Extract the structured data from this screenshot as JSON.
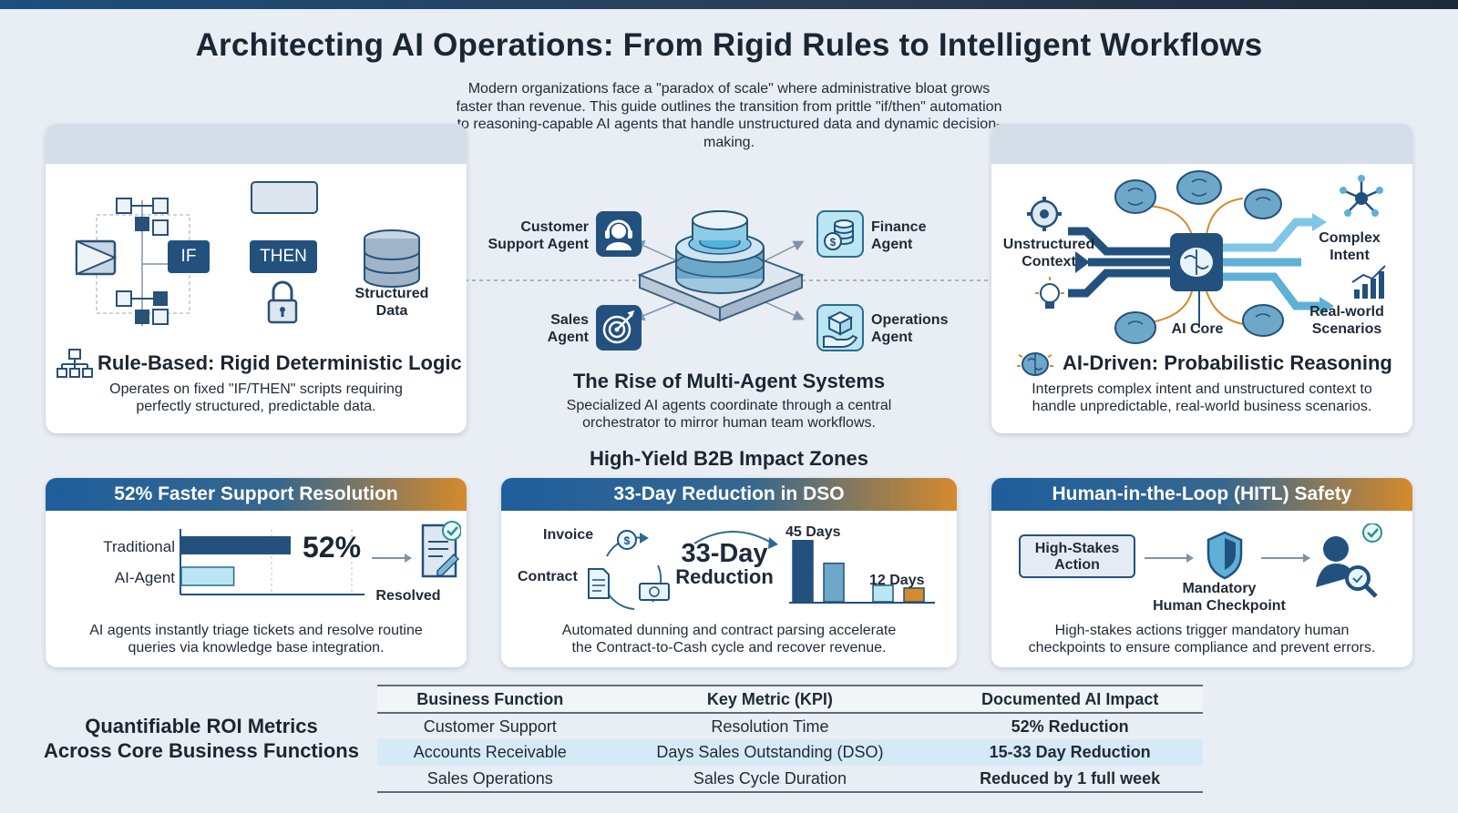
{
  "title": "Architecting AI Operations: From Rigid Rules to Intelligent Workflows",
  "intro": "Modern organizations face a \"paradox of scale\" where administrative bloat grows faster than revenue. This guide outlines the transition from prittle \"if/then\" automation to reasoning-capable AI agents that handle unstructured data and dynamic decision-making.",
  "rule_based": {
    "if_label": "IF",
    "then_label": "THEN",
    "structured_data": [
      "Structured",
      "Data"
    ],
    "heading": "Rule-Based: Rigid Deterministic Logic",
    "description": [
      "Operates on fixed \"IF/THEN\" scripts requiring",
      "perfectly structured, predictable data."
    ]
  },
  "multi_agent": {
    "customer_support": [
      "Customer",
      "Support Agent"
    ],
    "finance": [
      "Finance",
      "Agent"
    ],
    "sales": [
      "Sales",
      "Agent"
    ],
    "operations": [
      "Operations",
      "Agent"
    ],
    "heading": "The Rise of Multi-Agent Systems",
    "description": [
      "Specialized AI agents coordinate through a central",
      "orchestrator to mirror human team workflows."
    ]
  },
  "ai_driven": {
    "unstructured": [
      "Unstructured",
      "Context"
    ],
    "complex_intent": [
      "Complex",
      "Intent"
    ],
    "real_world": [
      "Real-world",
      "Scenarios"
    ],
    "ai_core": "AI Core",
    "heading": "AI-Driven: Probabilistic Reasoning",
    "description": [
      "Interprets complex intent and unstructured context to",
      "handle unpredictable, real-world business scenarios."
    ]
  },
  "impact_title": "High-Yield B2B Impact Zones",
  "support": {
    "header": "52% Faster Support Resolution",
    "traditional": "Traditional",
    "ai_agent": "AI-Agent",
    "pct": "52%",
    "resolved": "Resolved",
    "traditional_value": 100,
    "ai_value": 48,
    "description": [
      "AI agents instantly triage tickets and resolve routine",
      "queries via knowledge base integration."
    ]
  },
  "dso": {
    "header": "33-Day Reduction in DSO",
    "invoice": "Invoice",
    "contract": "Contract",
    "big_num": "33-Day",
    "big_word": "Reduction",
    "label_before": "45 Days",
    "label_after": "12 Days",
    "bar_values": [
      45,
      28,
      12,
      10
    ],
    "description": [
      "Automated dunning and contract parsing accelerate",
      "the Contract-to-Cash cycle and recover revenue."
    ]
  },
  "hitl": {
    "header": "Human-in-the-Loop (HITL) Safety",
    "action": [
      "High-Stakes",
      "Action"
    ],
    "checkpoint": [
      "Mandatory",
      "Human Checkpoint"
    ],
    "description": [
      "High-stakes actions trigger mandatory human",
      "checkpoints to ensure compliance and prevent errors."
    ]
  },
  "roi": {
    "title": [
      "Quantifiable ROI Metrics",
      "Across Core Business Functions"
    ],
    "headers": [
      "Business Function",
      "Key Metric (KPI)",
      "Documented AI Impact"
    ],
    "rows": [
      [
        "Customer Support",
        "Resolution Time",
        "52% Reduction"
      ],
      [
        "Accounts Receivable",
        "Days Sales Outstanding (DSO)",
        "15-33 Day Reduction"
      ],
      [
        "Sales Operations",
        "Sales Cycle Duration",
        "Reduced by 1 full week"
      ]
    ]
  },
  "colors": {
    "navy": "#23517e",
    "light_blue": "#b9e6f0",
    "orange": "#d58a2c",
    "teal": "#2c6b8f"
  }
}
